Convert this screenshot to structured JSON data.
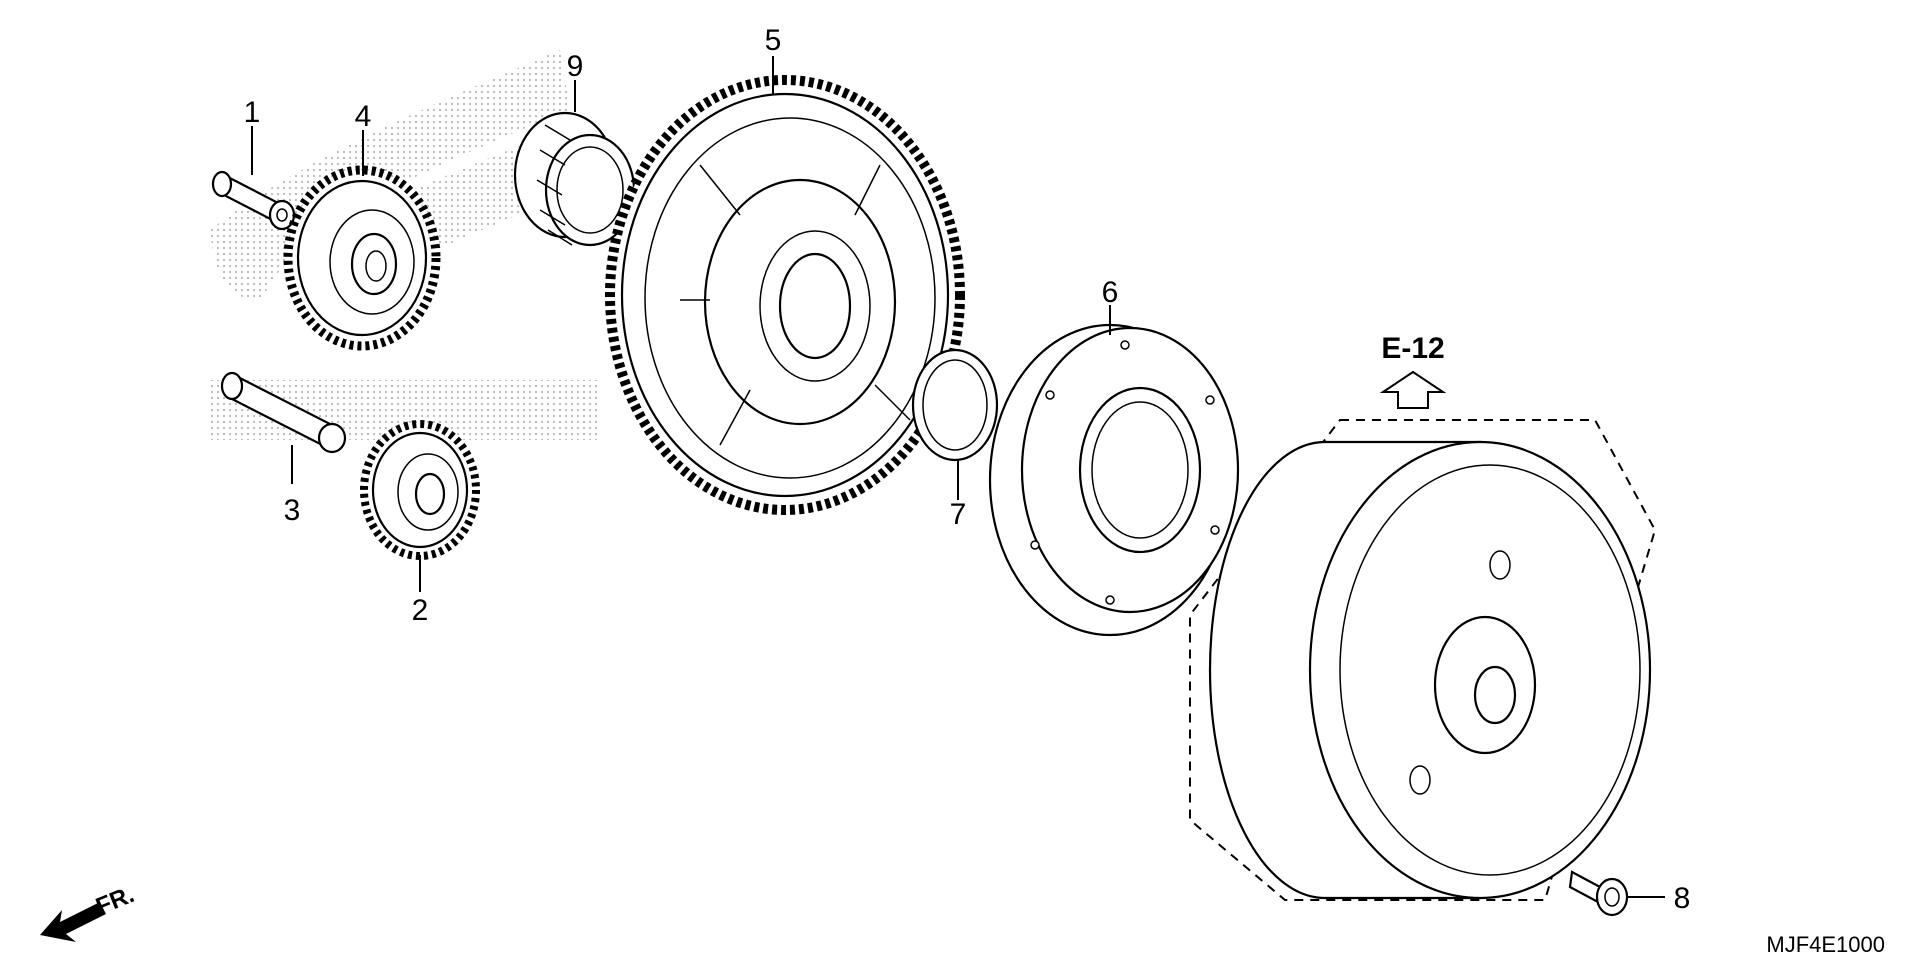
{
  "callouts": {
    "c1": "1",
    "c2": "2",
    "c3": "3",
    "c4": "4",
    "c5": "5",
    "c6": "6",
    "c7": "7",
    "c8": "8",
    "c9": "9"
  },
  "reference": "E-12",
  "direction_label": "FR.",
  "diagram_code": "MJF4E1000",
  "watermark_color": "#bdbdbd"
}
